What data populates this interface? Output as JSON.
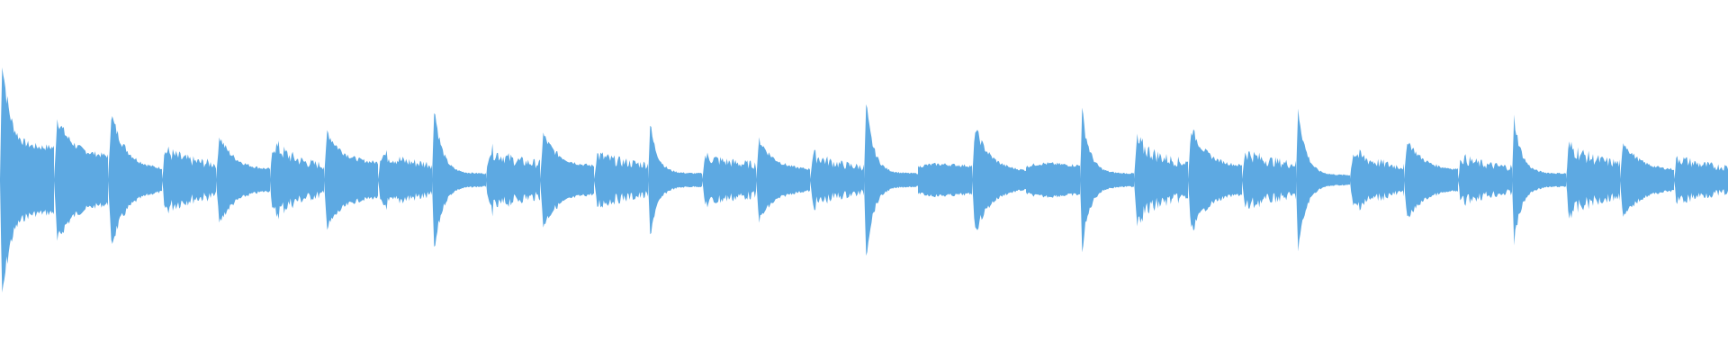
{
  "waveform": {
    "color": "#5DA9E2",
    "background": "#ffffff",
    "beats": [
      {
        "peak": 0.76,
        "tail": 0.2,
        "shape": "strong"
      },
      {
        "peak": 0.38,
        "tail": 0.14,
        "shape": "medium"
      },
      {
        "peak": 0.4,
        "tail": 0.06,
        "shape": "medium"
      },
      {
        "peak": 0.21,
        "tail": 0.1,
        "shape": "flat"
      },
      {
        "peak": 0.27,
        "tail": 0.06,
        "shape": "medium"
      },
      {
        "peak": 0.26,
        "tail": 0.08,
        "shape": "flat"
      },
      {
        "peak": 0.3,
        "tail": 0.1,
        "shape": "medium"
      },
      {
        "peak": 0.19,
        "tail": 0.1,
        "shape": "flat"
      },
      {
        "peak": 0.46,
        "tail": 0.04,
        "shape": "strong"
      },
      {
        "peak": 0.22,
        "tail": 0.1,
        "shape": "flat"
      },
      {
        "peak": 0.28,
        "tail": 0.08,
        "shape": "medium"
      },
      {
        "peak": 0.18,
        "tail": 0.1,
        "shape": "flat"
      },
      {
        "peak": 0.34,
        "tail": 0.04,
        "shape": "strong"
      },
      {
        "peak": 0.17,
        "tail": 0.1,
        "shape": "flat"
      },
      {
        "peak": 0.25,
        "tail": 0.06,
        "shape": "medium"
      },
      {
        "peak": 0.18,
        "tail": 0.08,
        "shape": "flat"
      },
      {
        "peak": 0.46,
        "tail": 0.04,
        "shape": "strong"
      },
      {
        "peak": 0.12,
        "tail": 0.08,
        "shape": "round"
      },
      {
        "peak": 0.32,
        "tail": 0.05,
        "shape": "medium"
      },
      {
        "peak": 0.13,
        "tail": 0.08,
        "shape": "round"
      },
      {
        "peak": 0.42,
        "tail": 0.04,
        "shape": "strong"
      },
      {
        "peak": 0.27,
        "tail": 0.1,
        "shape": "flat"
      },
      {
        "peak": 0.32,
        "tail": 0.08,
        "shape": "medium"
      },
      {
        "peak": 0.2,
        "tail": 0.1,
        "shape": "flat"
      },
      {
        "peak": 0.45,
        "tail": 0.03,
        "shape": "strong"
      },
      {
        "peak": 0.2,
        "tail": 0.08,
        "shape": "flat"
      },
      {
        "peak": 0.25,
        "tail": 0.06,
        "shape": "medium"
      },
      {
        "peak": 0.16,
        "tail": 0.08,
        "shape": "flat"
      },
      {
        "peak": 0.38,
        "tail": 0.04,
        "shape": "strong"
      },
      {
        "peak": 0.24,
        "tail": 0.1,
        "shape": "flat"
      },
      {
        "peak": 0.24,
        "tail": 0.06,
        "shape": "medium"
      },
      {
        "peak": 0.16,
        "tail": 0.08,
        "shape": "flat"
      }
    ]
  }
}
